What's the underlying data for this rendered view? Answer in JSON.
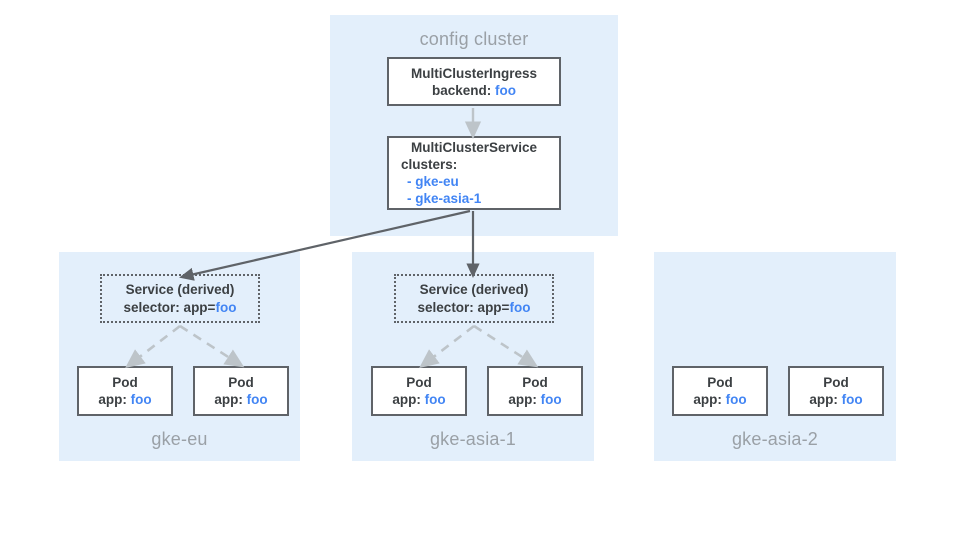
{
  "diagram": {
    "config_cluster": {
      "title": "config cluster",
      "ingress": {
        "kind": "MultiClusterIngress",
        "field_label": "backend:",
        "field_value": "foo"
      },
      "service": {
        "kind": "MultiClusterService",
        "field_label": "clusters:",
        "clusters": [
          "- gke-eu",
          "- gke-asia-1"
        ]
      }
    },
    "clusters": [
      {
        "name": "gke-eu",
        "service": {
          "title": "Service (derived)",
          "selector_label": "selector: app=",
          "selector_value": "foo"
        },
        "pods": [
          {
            "title": "Pod",
            "label": "app:",
            "value": "foo"
          },
          {
            "title": "Pod",
            "label": "app:",
            "value": "foo"
          }
        ]
      },
      {
        "name": "gke-asia-1",
        "service": {
          "title": "Service (derived)",
          "selector_label": "selector: app=",
          "selector_value": "foo"
        },
        "pods": [
          {
            "title": "Pod",
            "label": "app:",
            "value": "foo"
          },
          {
            "title": "Pod",
            "label": "app:",
            "value": "foo"
          }
        ]
      },
      {
        "name": "gke-asia-2",
        "service": null,
        "pods": [
          {
            "title": "Pod",
            "label": "app:",
            "value": "foo"
          },
          {
            "title": "Pod",
            "label": "app:",
            "value": "foo"
          }
        ]
      }
    ],
    "colors": {
      "panel_fill": "#e3effb",
      "accent_blue": "#4285f4",
      "box_border": "#5f6368",
      "muted_text": "#9aa0a6",
      "arrow_light": "#bdc4c9",
      "arrow_dark": "#5f6368"
    }
  }
}
